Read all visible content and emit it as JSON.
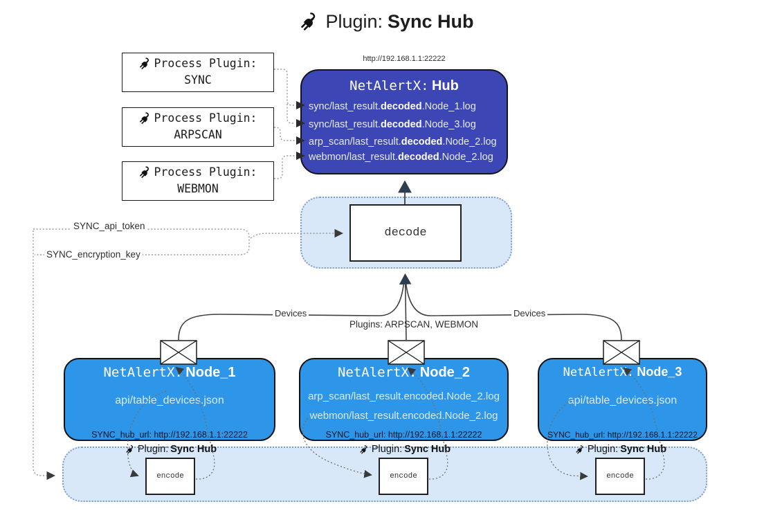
{
  "title": {
    "label": "Plugin:",
    "name": "Sync Hub"
  },
  "colors": {
    "hub_bg": "#3c46b4",
    "node_bg": "#2e96e8",
    "panel_bg": "#d9e8f9",
    "panel_border": "#7fa0c0"
  },
  "process_plugins": [
    {
      "label": "Process Plugin:",
      "name": "SYNC"
    },
    {
      "label": "Process Plugin:",
      "name": "ARPSCAN"
    },
    {
      "label": "Process Plugin:",
      "name": "WEBMON"
    }
  ],
  "hub": {
    "url": "http://192.168.1.1:22222",
    "title": "NetAlertX:",
    "name": "Hub",
    "logs": [
      {
        "pre": "sync/last_result.",
        "bold": "decoded",
        "post": ".Node_1.log"
      },
      {
        "pre": "sync/last_result.",
        "bold": "decoded",
        "post": ".Node_3.log"
      },
      {
        "pre": "arp_scan/last_result.",
        "bold": "decoded",
        "post": ".Node_2.log"
      },
      {
        "pre": "webmon/last_result.",
        "bold": "decoded",
        "post": ".Node_2.log"
      }
    ]
  },
  "decode_box": {
    "label": "decode"
  },
  "settings": {
    "api_token": "SYNC_api_token",
    "encryption_key": "SYNC_encryption_key"
  },
  "edge_labels": {
    "devices_left": "Devices",
    "plugins_mid": "Plugins: ARPSCAN, WEBMON",
    "devices_right": "Devices"
  },
  "nodes": [
    {
      "title": "NetAlertX:",
      "name": "Node_1",
      "files": [
        "api/table_devices.json"
      ],
      "hub_url": "SYNC_hub_url: http://192.168.1.1:22222"
    },
    {
      "title": "NetAlertX:",
      "name": "Node_2",
      "files": [
        "arp_scan/last_result.encoded.Node_2.log",
        "webmon/last_result.encoded.Node_2.log"
      ],
      "hub_url": "SYNC_hub_url: http://192.168.1.1:22222"
    },
    {
      "title": "NetAlertX:",
      "name": "Node_3",
      "files": [
        "api/table_devices.json"
      ],
      "hub_url": "SYNC_hub_url: http://192.168.1.1:22222"
    }
  ],
  "encode_plugin": {
    "label": "Plugin:",
    "name": "Sync Hub",
    "box": "encode"
  }
}
